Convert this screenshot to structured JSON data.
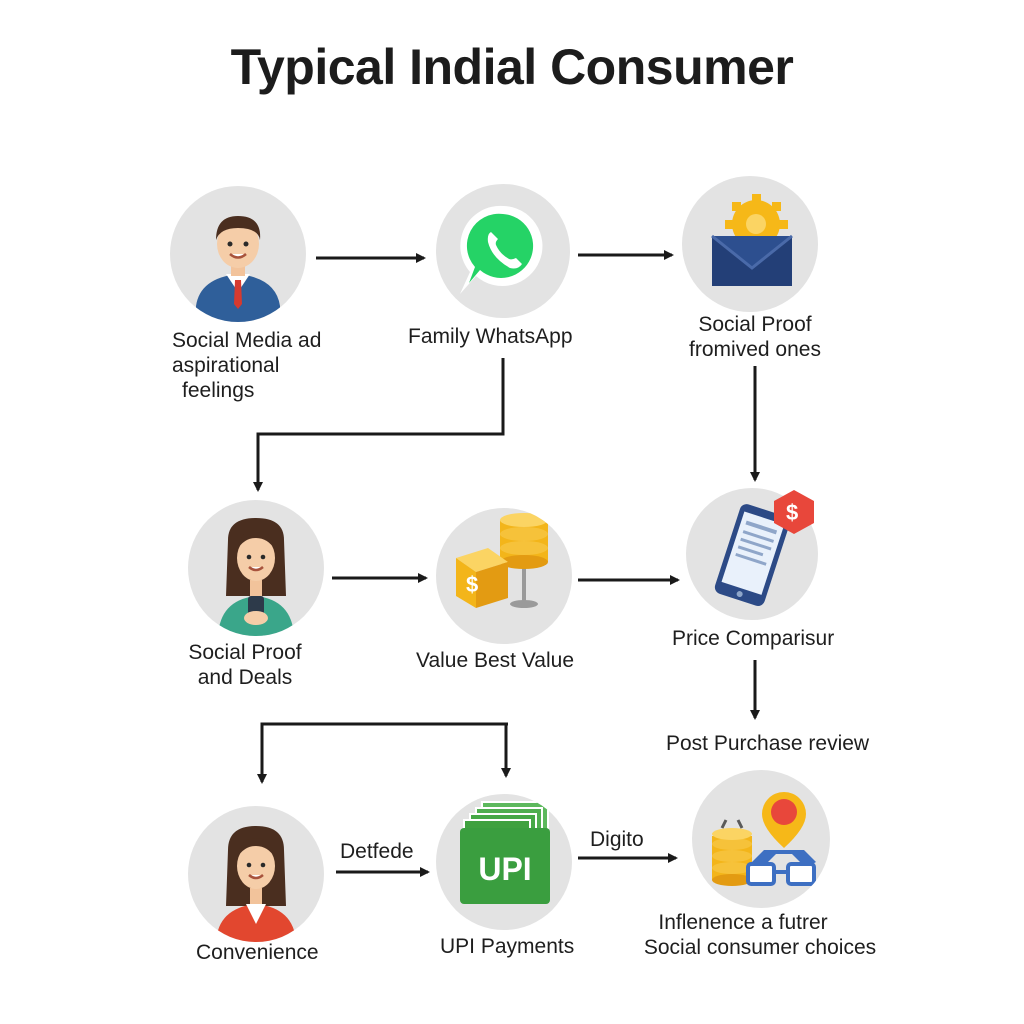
{
  "title": "Typical Indial Consumer",
  "nodes": {
    "social_media": {
      "icon": "businessman-icon",
      "line1": "Social Media ad",
      "line2": "aspirational",
      "line3": "feelings"
    },
    "whatsapp": {
      "icon": "whatsapp-icon",
      "label": "Family WhatsApp"
    },
    "social_proof_top": {
      "icon": "envelope-gear-icon",
      "line1": "Social Proof",
      "line2": "fromived ones"
    },
    "social_proof_deals": {
      "icon": "woman-phone-icon",
      "line1": "Social Proof",
      "line2": "and Deals"
    },
    "value": {
      "icon": "dollar-coins-icon",
      "label": "Value Best Value"
    },
    "price_comparison": {
      "icon": "smartphone-dollar-icon",
      "label": "Price Comparisur"
    },
    "post_purchase": {
      "label": "Post Purchase review"
    },
    "convenience": {
      "icon": "woman-icon",
      "label": "Convenience"
    },
    "upi": {
      "icon": "upi-cards-icon",
      "icon_text": "UPI",
      "label": "UPI Payments"
    },
    "influence": {
      "icon": "coins-glasses-pin-icon",
      "line1": "Inflenence a futrer",
      "line2": "Social consumer choices"
    }
  },
  "edges": {
    "deffede": "Detfede",
    "digito": "Digito"
  },
  "colors": {
    "circle_bg": "#e3e3e3",
    "arrow": "#1a1a1a",
    "whatsapp_green": "#25d366",
    "upi_green": "#3a9e3f",
    "badge_red": "#e8473b",
    "coin_gold": "#f3b51a"
  }
}
